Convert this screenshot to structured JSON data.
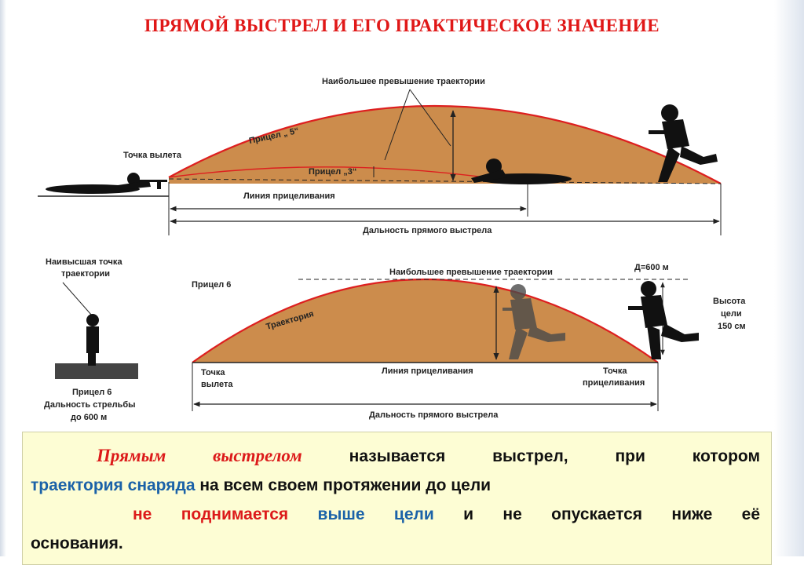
{
  "title": "ПРЯМОЙ ВЫСТРЕЛ И ЕГО ПРАКТИЧЕСКОЕ ЗНАЧЕНИЕ",
  "colors": {
    "title_red": "#e01818",
    "trajectory_red": "#dd1f1f",
    "fill_tan": "#cc8c4c",
    "silhouette": "#111111",
    "box_bg": "#fdfdd4",
    "text_blue": "#1b62a8"
  },
  "top_diagram": {
    "max_height_label": "Наибольшее превышение траектории",
    "sight5_label": "Прицел „ 5“",
    "sight3_label": "Прицел „3“",
    "departure_label": "Точка вылета",
    "aim_line_label": "Линия прицеливания",
    "range_label": "Дальность прямого выстрела"
  },
  "side_panel": {
    "apex_label_1": "Наивысшая точка",
    "apex_label_2": "траектории",
    "caption_1": "Прицел 6",
    "caption_2": "Дальность стрельбы",
    "caption_3": "до 600 м"
  },
  "bottom_diagram": {
    "sight_label": "Прицел 6",
    "trajectory_label": "Траектория",
    "max_height_label": "Наибольшее превышение траектории",
    "distance_label": "Д=600 м",
    "target_height_1": "Высота",
    "target_height_2": "цели",
    "target_height_3": "150 см",
    "departure_1": "Точка",
    "departure_2": "вылета",
    "aim_line_label": "Линия прицеливания",
    "aim_point_1": "Точка",
    "aim_point_2": "прицеливания",
    "range_label": "Дальность прямого выстрела"
  },
  "definition": {
    "term": "Прямым выстрелом",
    "part1": " называется выстрел, при котором",
    "blue1": "траектория снаряда",
    "part2": " на всем своем протяжении до цели",
    "red1": "не поднимается",
    "blue2": "выше цели",
    "part3": " и не опускается ниже её",
    "part4": "основания."
  }
}
